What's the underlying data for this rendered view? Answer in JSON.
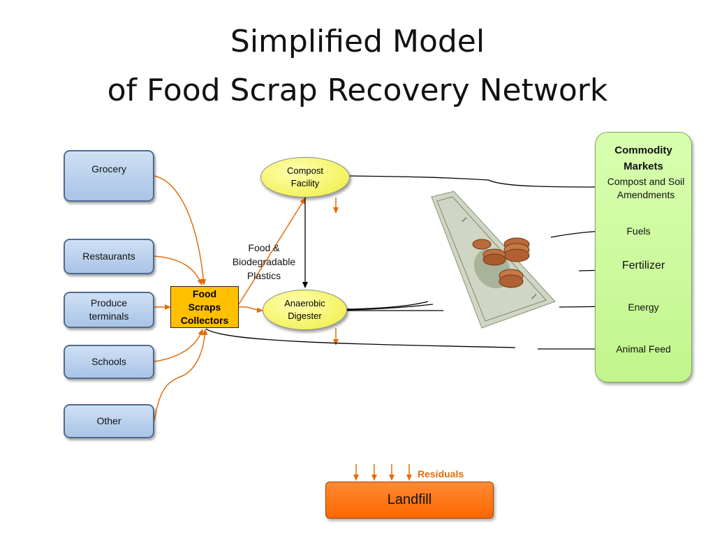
{
  "title": {
    "line1": "Simplified Model",
    "line2": "of Food Scrap Recovery Network"
  },
  "sources": [
    "Grocery",
    "Restaurants",
    "Produce terminals",
    "Schools",
    "Other"
  ],
  "collector": "Food Scraps Collectors",
  "compost_facility": "Compost Facility",
  "anaerobic_digester": "Anaerobic Digester",
  "mid_label": "Food & Biodegradable Plastics",
  "commodity_markets": {
    "title": "Commodity Markets",
    "items": [
      "Compost and Soil Amendments",
      "Fuels",
      "Fertilizer",
      "Energy",
      "Animal Feed"
    ]
  },
  "residuals": "Residuals",
  "landfill": "Landfill",
  "colors": {
    "orange_arrow": "#e36c09",
    "source_fill": "#b8cfec",
    "collector_fill": "#ffc000",
    "ellipse_fill": "#f4f260",
    "market_fill": "#ccf99e",
    "landfill_fill": "#ff6600"
  },
  "icons": [
    "dollar-bill-with-coins-icon"
  ]
}
